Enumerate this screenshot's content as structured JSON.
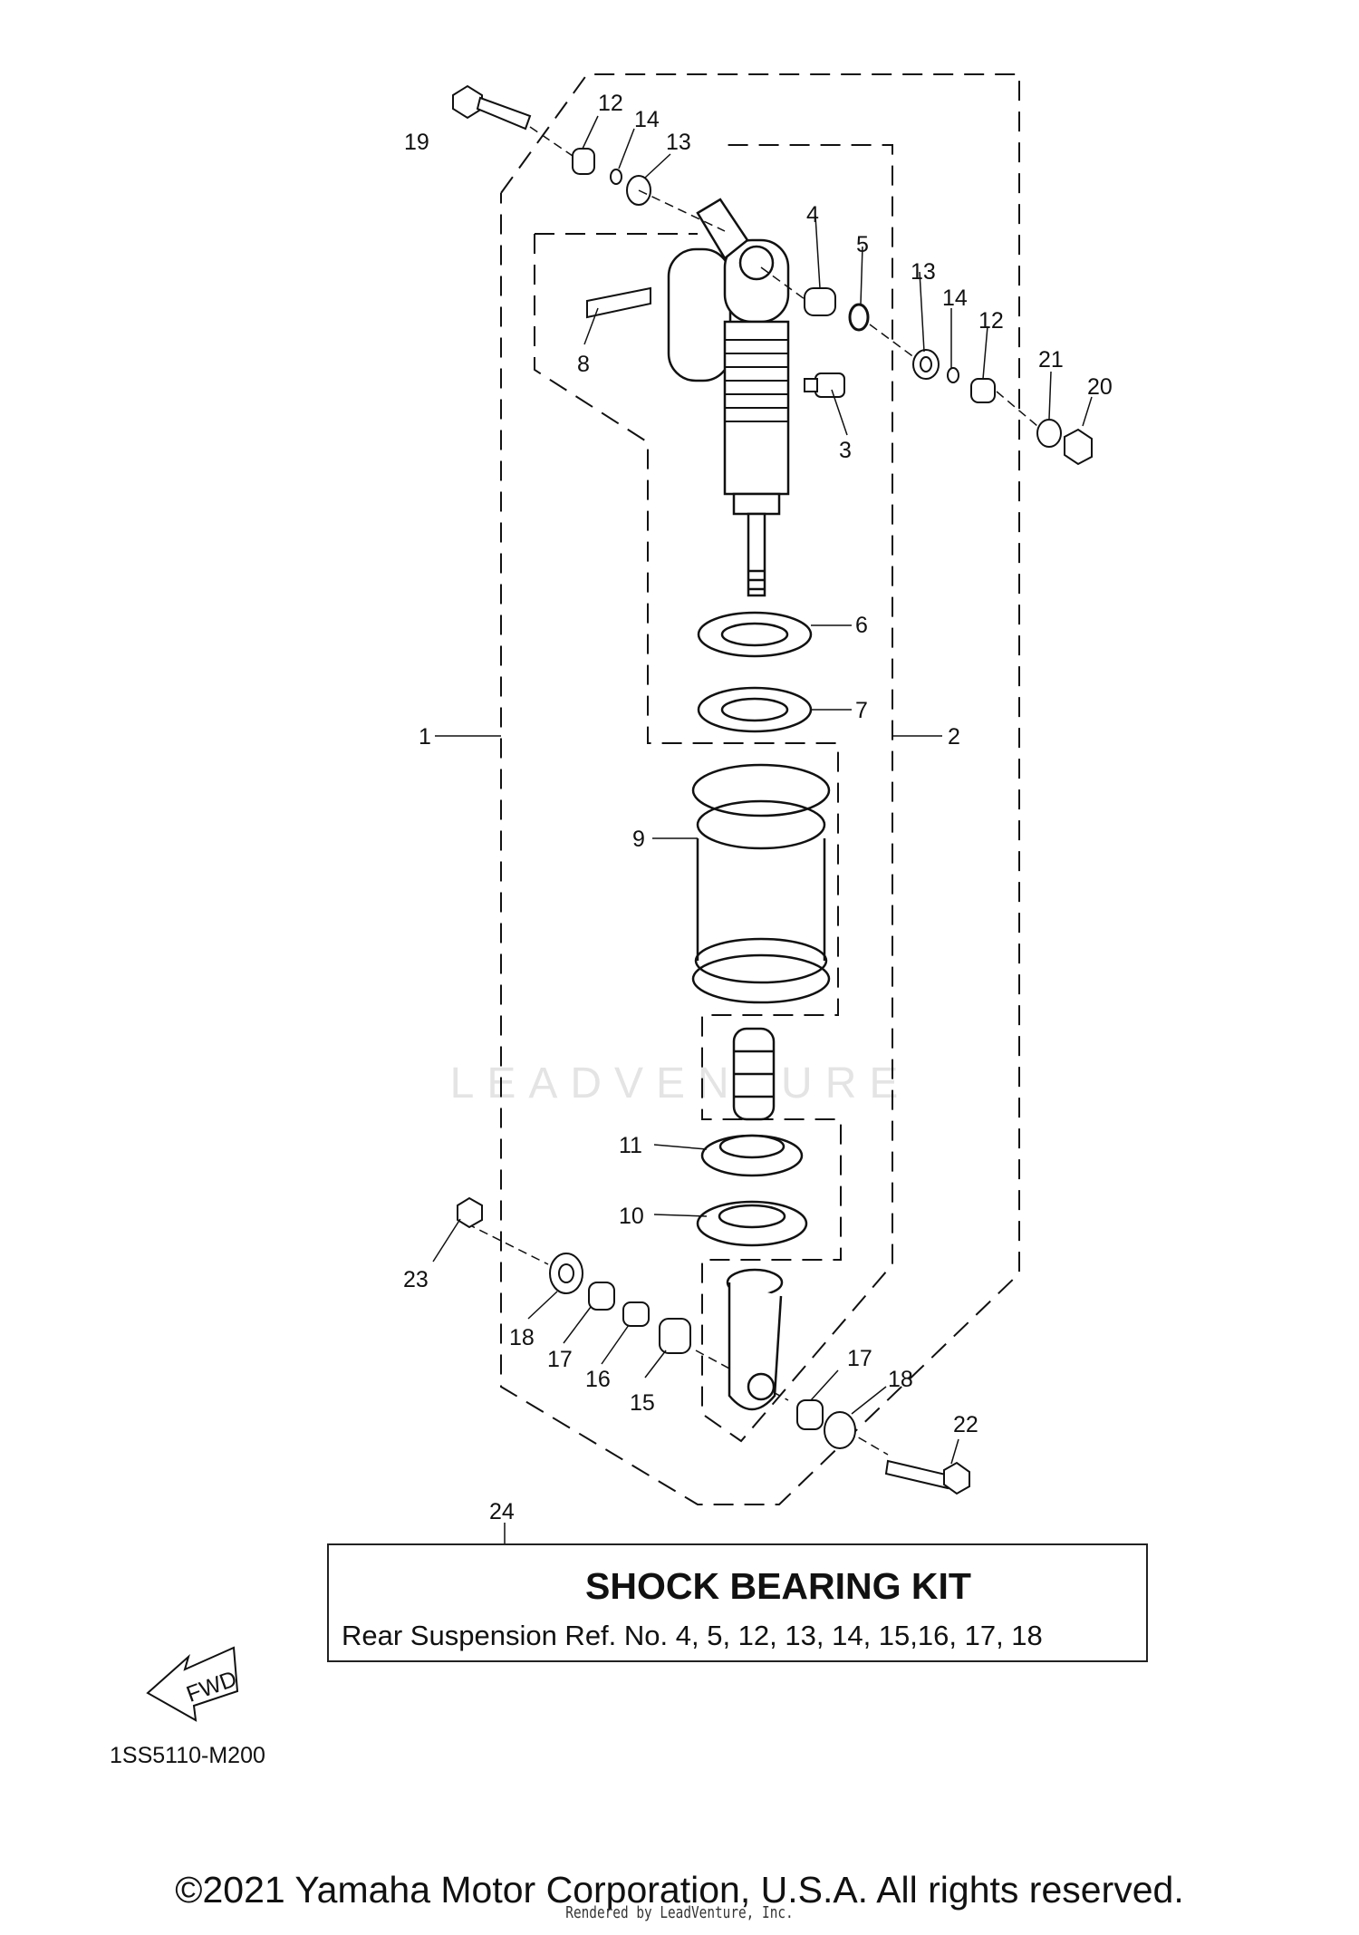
{
  "callouts": [
    "1",
    "2",
    "3",
    "4",
    "5",
    "6",
    "7",
    "8",
    "9",
    "10",
    "11",
    "12",
    "12",
    "13",
    "13",
    "14",
    "14",
    "15",
    "16",
    "17",
    "17",
    "18",
    "18",
    "19",
    "20",
    "21",
    "22",
    "23",
    "24"
  ],
  "kit": {
    "title": "SHOCK BEARING KIT",
    "description": "Rear Suspension Ref. No. 4, 5, 12, 13, 14, 15,16, 17, 18"
  },
  "fwd_label": "FWD",
  "diagram_code": "1SS5110-M200",
  "copyright": "©2021 Yamaha Motor Corporation, U.S.A. All rights reserved.",
  "rendered_by": "Rendered by LeadVenture, Inc.",
  "watermark": "LEADVENTURE",
  "colors": {
    "line": "#111111",
    "watermark": "#e4e4e4"
  }
}
